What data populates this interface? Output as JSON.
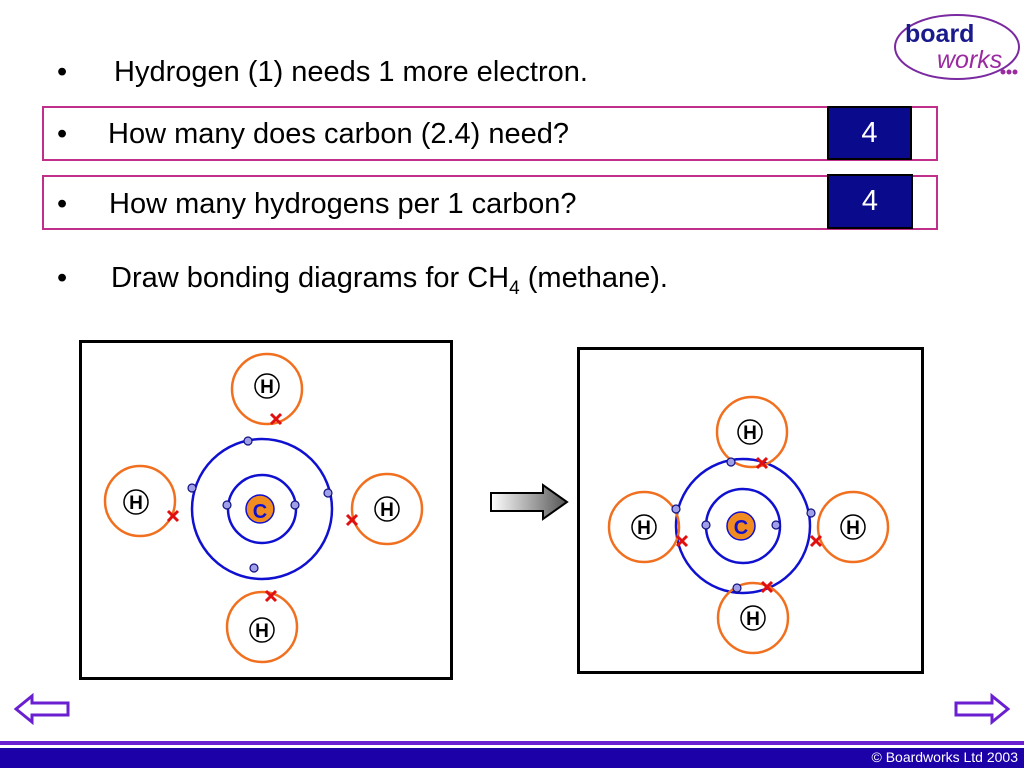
{
  "logo": {
    "line1": "board",
    "line2": "works"
  },
  "bullets": {
    "symbol": "•",
    "b1": "Hydrogen (1) needs 1 more electron.",
    "b2": "How many does carbon (2.4) need?",
    "b3": "How many hydrogens  per 1 carbon?",
    "b4_pre": "Draw bonding diagrams for CH",
    "b4_sub": "4",
    "b4_post": " (methane)."
  },
  "answers": {
    "a1": "4",
    "a2": "4"
  },
  "diagram": {
    "hydrogen_label": "H",
    "carbon_label": "C"
  },
  "colors": {
    "answer_bg": "#0a0a8c",
    "question_border": "#c0308a",
    "h_shell": "#f07020",
    "c_shell": "#1010d0",
    "carbon_fill": "#f08c20",
    "cross": "#e01010",
    "footer": "#1c00a8"
  },
  "icons": {
    "prev": "left-arrow-icon",
    "next": "right-arrow-icon",
    "transition": "right-block-arrow-icon"
  },
  "footer": {
    "copyright": "© Boardworks Ltd 2003"
  }
}
